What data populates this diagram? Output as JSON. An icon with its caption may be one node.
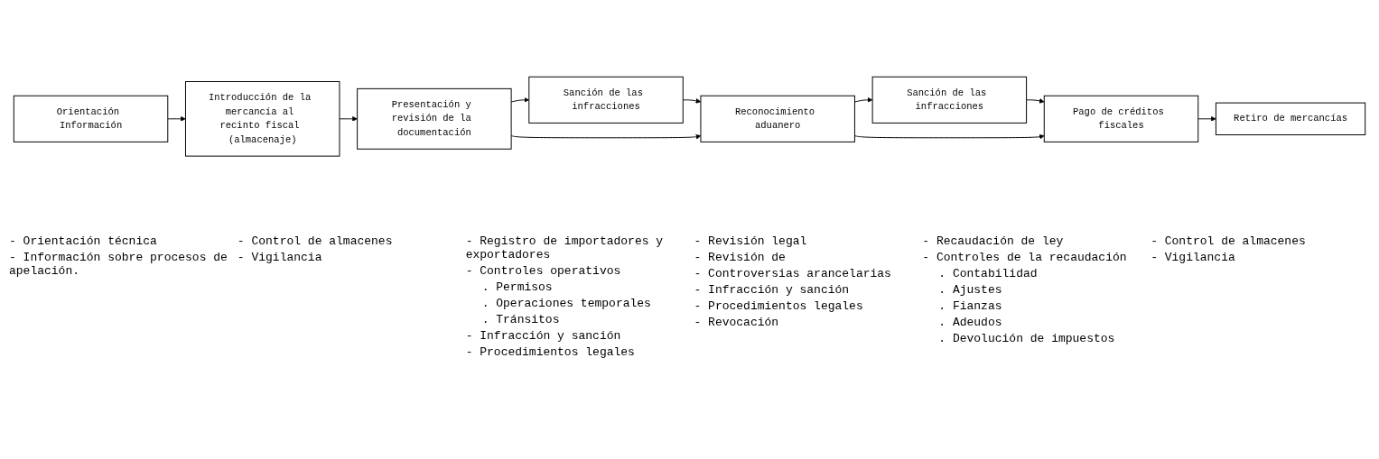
{
  "diagram": {
    "nodes": [
      {
        "text": [
          "Orientación Información"
        ],
        "beside": [
          "- Orientación técnica",
          "- Información sobre procesos de apelación."
        ]
      },
      {
        "text": [
          "Introducción de la mercancía al recinto fiscal (almacenaje)"
        ],
        "beside": [
          "- Control de almacenes",
          "- Vigilancia"
        ]
      },
      {
        "text": [
          "Sanción de las infracciones"
        ]
      },
      {
        "text": [
          "Presentación y revisión de la documentación"
        ],
        "beside": [
          "- Registro de importadores y exportadores",
          "- Controles operativos",
          ". Permisos",
          ". Operaciones temporales",
          ". Tránsitos",
          "- Infracción y sanción",
          "- Procedimientos legales"
        ]
      },
      {
        "text": [
          "Sanción de las infracciones"
        ]
      },
      {
        "text": [
          "Reconocimiento aduanero"
        ],
        "beside": [
          "- Revisión legal",
          "- Revisión de",
          "- Controversias arancelarias",
          "- Infracción y sanción",
          "- Procedimientos legales",
          "- Revocación"
        ]
      },
      {
        "text": [
          "Pago de créditos fiscales"
        ],
        "beside": [
          "- Recaudación de ley",
          "- Controles de la recaudación",
          ". Contabilidad",
          ". Ajustes",
          ". Fianzas",
          ". Adeudos",
          ". Devolución de impuestos"
        ]
      },
      {
        "text": [
          "Retiro de mercancías"
        ],
        "beside": [
          "- Control de almacenes",
          "- Vigilancia"
        ]
      }
    ],
    "edges": [
      {
        "from": 0,
        "to": 1,
        "arrow": "to"
      },
      {
        "from": 1,
        "to": 3,
        "arrow": "to"
      },
      {
        "from": 3,
        "to": 2,
        "arrow": "to"
      },
      {
        "from": 2,
        "to": 5,
        "arrow": "to"
      },
      {
        "from": 3,
        "to": 5,
        "arrow": "to"
      },
      {
        "from": 5,
        "to": 4,
        "arrow": "to"
      },
      {
        "from": 4,
        "to": 6,
        "arrow": "to"
      },
      {
        "from": 5,
        "to": 6,
        "arrow": "to"
      },
      {
        "from": 6,
        "to": 7,
        "arrow": "to"
      }
    ]
  }
}
